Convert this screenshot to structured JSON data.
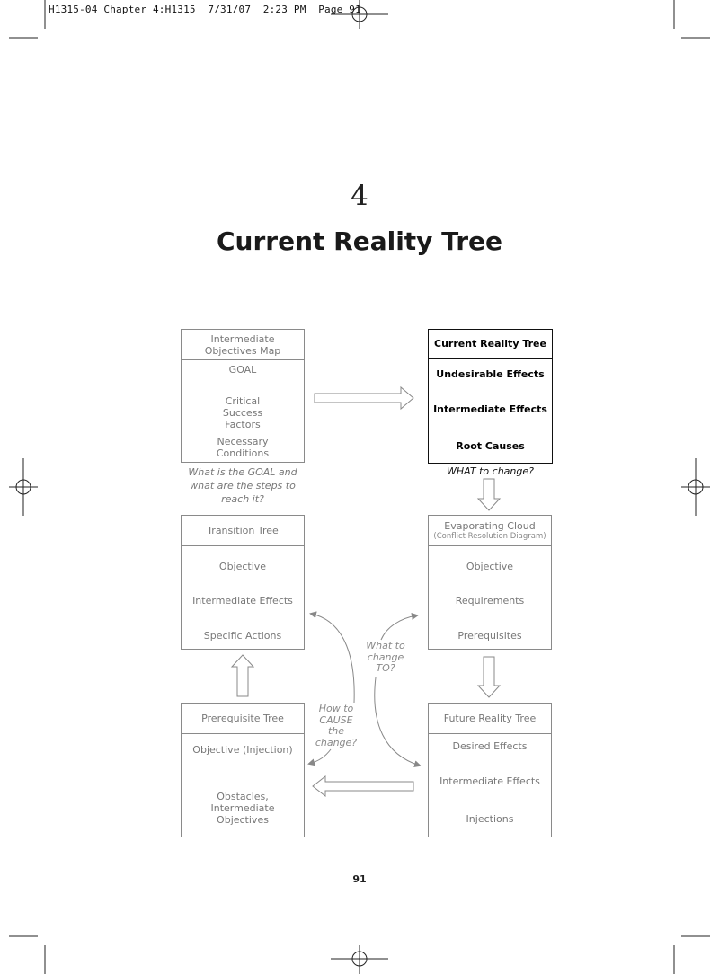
{
  "slug_line": "H1315-04 Chapter 4:H1315  7/31/07  2:23 PM  Page 91",
  "chapter": {
    "number": "4",
    "title": "Current Reality Tree"
  },
  "boxes": {
    "iom": {
      "title": "Intermediate Objectives Map",
      "items": [
        "GOAL",
        "Critical Success Factors",
        "Necessary Conditions"
      ],
      "caption": "What is the GOAL and what are the steps to reach it?"
    },
    "crt": {
      "title": "Current Reality Tree",
      "items": [
        "Undesirable Effects",
        "Intermediate Effects",
        "Root Causes"
      ],
      "caption": "WHAT to change?"
    },
    "ec": {
      "title": "Evaporating Cloud",
      "subtitle": "(Conflict Resolution Diagram)",
      "items": [
        "Objective",
        "Requirements",
        "Prerequisites"
      ]
    },
    "tt": {
      "title": "Transition Tree",
      "items": [
        "Objective",
        "Intermediate Effects",
        "Specific Actions"
      ]
    },
    "frt": {
      "title": "Future Reality Tree",
      "items": [
        "Desired Effects",
        "Intermediate Effects",
        "Injections"
      ]
    },
    "prt": {
      "title": "Prerequisite Tree",
      "items": [
        "Objective (Injection)",
        "Obstacles, Intermediate Objectives"
      ]
    }
  },
  "notes": {
    "what_to_change_to": "What to change TO?",
    "how_to_cause": "How to CAUSE the change?"
  },
  "page_number": "91",
  "colors": {
    "dark": "#111111",
    "light_gray": "#888888"
  }
}
